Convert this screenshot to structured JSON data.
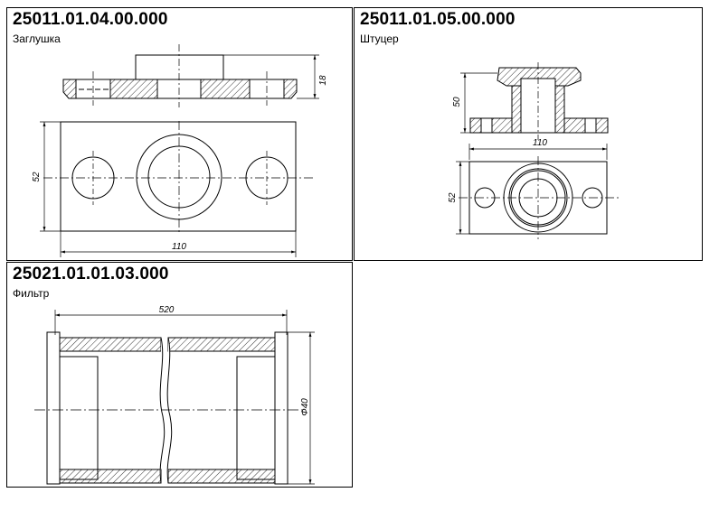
{
  "parts": [
    {
      "code": "25011.01.04.00.000",
      "name": "Заглушка",
      "dims": {
        "height": "18",
        "width": "52",
        "length": "110"
      }
    },
    {
      "code": "25011.01.05.00.000",
      "name": "Штуцер",
      "dims": {
        "height": "50",
        "length": "110",
        "width": "52"
      }
    },
    {
      "code": "25021.01.01.03.000",
      "name": "Фильтр",
      "dims": {
        "length": "520",
        "diameter": "Φ40"
      }
    }
  ]
}
